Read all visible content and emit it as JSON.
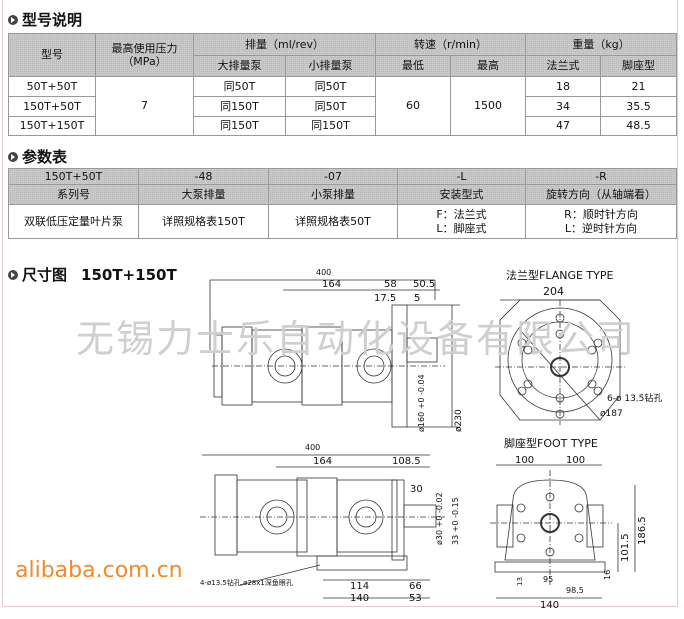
{
  "sections": {
    "model": "型号说明",
    "params": "参数表",
    "dims": "尺寸图",
    "dims_model": "150T+150T"
  },
  "table1": {
    "headers": {
      "model": "型号",
      "pressure": "最高使用压力",
      "pressure_unit": "（MPa）",
      "displacement": "排量（ml/rev）",
      "large": "大排量泵",
      "small": "小排量泵",
      "speed": "转速（r/min）",
      "min": "最低",
      "max": "最高",
      "weight": "重量（kg）",
      "flange": "法兰式",
      "foot": "脚座型"
    },
    "pressure": "7",
    "speed_min": "60",
    "speed_max": "1500",
    "rows": [
      {
        "model": "50T+50T",
        "large": "同50T",
        "small": "同50T",
        "flange": "18",
        "foot": "21"
      },
      {
        "model": "150T+50T",
        "large": "同150T",
        "small": "同50T",
        "flange": "34",
        "foot": "35.5"
      },
      {
        "model": "150T+150T",
        "large": "同150T",
        "small": "同150T",
        "flange": "47",
        "foot": "48.5"
      }
    ]
  },
  "table2": {
    "codes": [
      "150T+50T",
      "-48",
      "-07",
      "-L",
      "-R"
    ],
    "labels": [
      "系列号",
      "大泵排量",
      "小泵排量",
      "安装型式",
      "旋转方向（从轴端看）"
    ],
    "values": [
      "双联低压定量叶片泵",
      "详照规格表150T",
      "详照规格表50T"
    ],
    "mount": [
      "F：法兰式",
      "L：脚座式"
    ],
    "rotation": [
      "R：顺时针方向",
      "L：逆时针方向"
    ]
  },
  "drawing": {
    "flange_title": "法兰型FLANGE TYPE",
    "foot_title": "脚座型FOOT  TYPE",
    "top": {
      "d400": "400",
      "d164": "164",
      "d58": "58",
      "d50_5": "50.5",
      "d17_5": "17.5",
      "d5": "5",
      "d160": "ø160 +0 -0.04",
      "d230": "ø230"
    },
    "flange": {
      "d204": "204",
      "holes": "6-ø 13.5钻孔",
      "d187": "ø187"
    },
    "bottom": {
      "d400": "400",
      "d164": "164",
      "d108_5": "108.5",
      "d30": "30",
      "d30s": "ø30 +0 -0.02",
      "d33": "33 +0 -0.15",
      "holes": "4-ø13.5钻孔,ø28x1深鱼眼孔",
      "d114": "114",
      "d66": "66",
      "d140": "140",
      "d53": "53"
    },
    "foot": {
      "d100a": "100",
      "d100b": "100",
      "d186_5": "186.5",
      "d101_5": "101.5",
      "d16": "16",
      "d13": "13",
      "d95": "95",
      "d98_5": "98.5",
      "d140": "140"
    }
  },
  "watermark": "无锡力士乐自动化设备有限公司",
  "site_mark": "alibaba.com.cn"
}
